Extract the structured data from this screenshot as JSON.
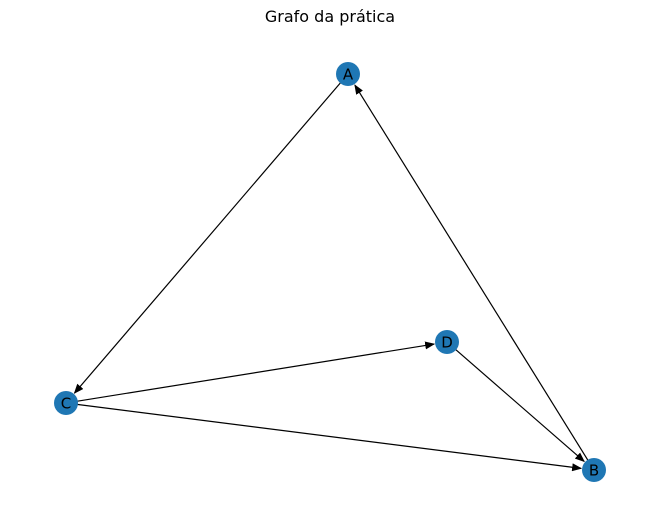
{
  "title": "Grafo da prática",
  "colors": {
    "node": "#1f77b4",
    "edge": "#000000",
    "label": "#000000"
  },
  "nodes": [
    {
      "id": "A",
      "label": "A"
    },
    {
      "id": "B",
      "label": "B"
    },
    {
      "id": "C",
      "label": "C"
    },
    {
      "id": "D",
      "label": "D"
    }
  ],
  "edges": [
    {
      "source": "A",
      "target": "C",
      "directed": true
    },
    {
      "source": "B",
      "target": "A",
      "directed": true
    },
    {
      "source": "C",
      "target": "D",
      "directed": true
    },
    {
      "source": "C",
      "target": "B",
      "directed": true
    },
    {
      "source": "D",
      "target": "B",
      "directed": true
    }
  ]
}
